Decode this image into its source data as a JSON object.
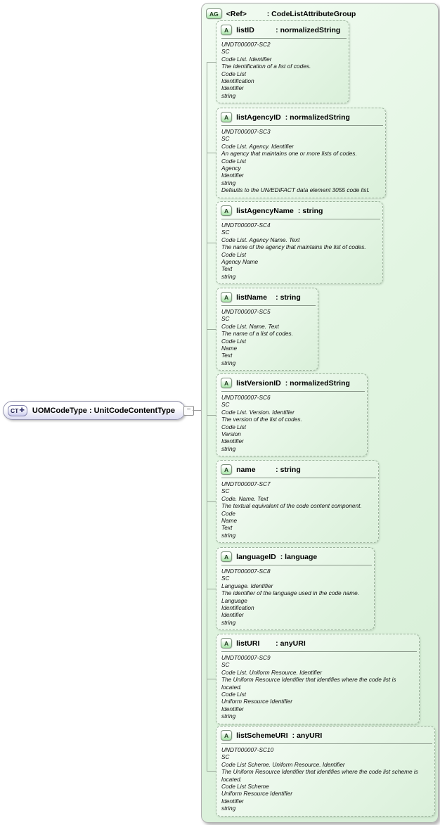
{
  "diagram": {
    "root_node": {
      "badge": "CT",
      "plus_icon": "✚",
      "label": "UOMCodeType : UnitCodeContentType"
    },
    "collapse_toggle_label": "−",
    "attribute_group": {
      "badge": "AG",
      "name": "<Ref>",
      "type": "CodeListAttributeGroup",
      "attributes": [
        {
          "badge": "A",
          "name": "listID",
          "type": "normalizedString",
          "details": [
            "UNDT000007-SC2",
            "SC",
            "Code List. Identifier",
            "The identification of a list of codes.",
            "Code List",
            "Identification",
            "Identifier",
            "string"
          ]
        },
        {
          "badge": "A",
          "name": "listAgencyID",
          "type": "normalizedString",
          "details": [
            "UNDT000007-SC3",
            "SC",
            "Code List. Agency. Identifier",
            "An agency that maintains one or more lists of codes.",
            "Code List",
            "Agency",
            "Identifier",
            "string",
            "Defaults to the UN/EDIFACT data element 3055 code list."
          ]
        },
        {
          "badge": "A",
          "name": "listAgencyName",
          "type": "string",
          "details": [
            "UNDT000007-SC4",
            "SC",
            "Code List. Agency Name. Text",
            "The name of the agency that maintains the list of codes.",
            "Code List",
            "Agency Name",
            "Text",
            "string"
          ]
        },
        {
          "badge": "A",
          "name": "listName",
          "type": "string",
          "details": [
            "UNDT000007-SC5",
            "SC",
            "Code List. Name. Text",
            "The name of a list of codes.",
            "Code List",
            "Name",
            "Text",
            "string"
          ]
        },
        {
          "badge": "A",
          "name": "listVersionID",
          "type": "normalizedString",
          "details": [
            "UNDT000007-SC6",
            "SC",
            "Code List. Version. Identifier",
            "The version of the list of codes.",
            "Code List",
            "Version",
            "Identifier",
            "string"
          ]
        },
        {
          "badge": "A",
          "name": "name",
          "type": "string",
          "details": [
            "UNDT000007-SC7",
            "SC",
            "Code. Name. Text",
            "The textual equivalent of the code content component.",
            "Code",
            "Name",
            "Text",
            "string"
          ]
        },
        {
          "badge": "A",
          "name": "languageID",
          "type": "language",
          "details": [
            "UNDT000007-SC8",
            "SC",
            "Language. Identifier",
            "The identifier of the language used in the code name.",
            "Language",
            "Identification",
            "Identifier",
            "string"
          ]
        },
        {
          "badge": "A",
          "name": "listURI",
          "type": "anyURI",
          "details": [
            "UNDT000007-SC9",
            "SC",
            "Code List. Uniform Resource. Identifier",
            "The Uniform Resource Identifier that identifies where the code list is located.",
            "Code List",
            "Uniform Resource Identifier",
            "Identifier",
            "string"
          ]
        },
        {
          "badge": "A",
          "name": "listSchemeURI",
          "type": "anyURI",
          "details": [
            "UNDT000007-SC10",
            "SC",
            "Code List Scheme. Uniform Resource. Identifier",
            "The Uniform Resource Identifier that identifies where the code list scheme is located.",
            "Code List Scheme",
            "Uniform Resource Identifier",
            "Identifier",
            "string"
          ]
        }
      ]
    }
  }
}
